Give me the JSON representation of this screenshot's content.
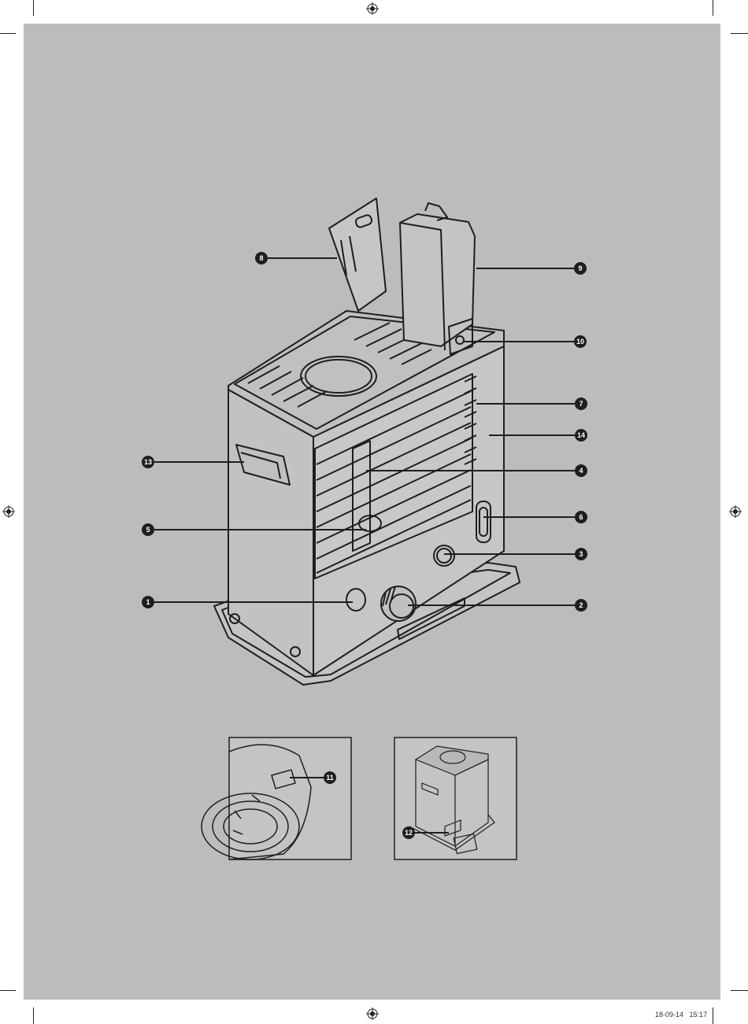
{
  "page": {
    "background": "#bcbcbc",
    "print_stamp": {
      "date": "18-09-14",
      "time": "15:17"
    }
  },
  "callouts": {
    "c1": "1",
    "c2": "2",
    "c3": "3",
    "c4": "4",
    "c5": "5",
    "c6": "6",
    "c7": "7",
    "c8": "8",
    "c9": "9",
    "c10": "10",
    "c11": "11",
    "c12": "12",
    "c13": "13",
    "c14": "14"
  },
  "icons": {
    "registration": "registration-mark-icon",
    "heater": "kerosene-heater-illustration",
    "detail_left": "burner-detail-illustration",
    "detail_right": "heater-rear-detail-illustration"
  }
}
